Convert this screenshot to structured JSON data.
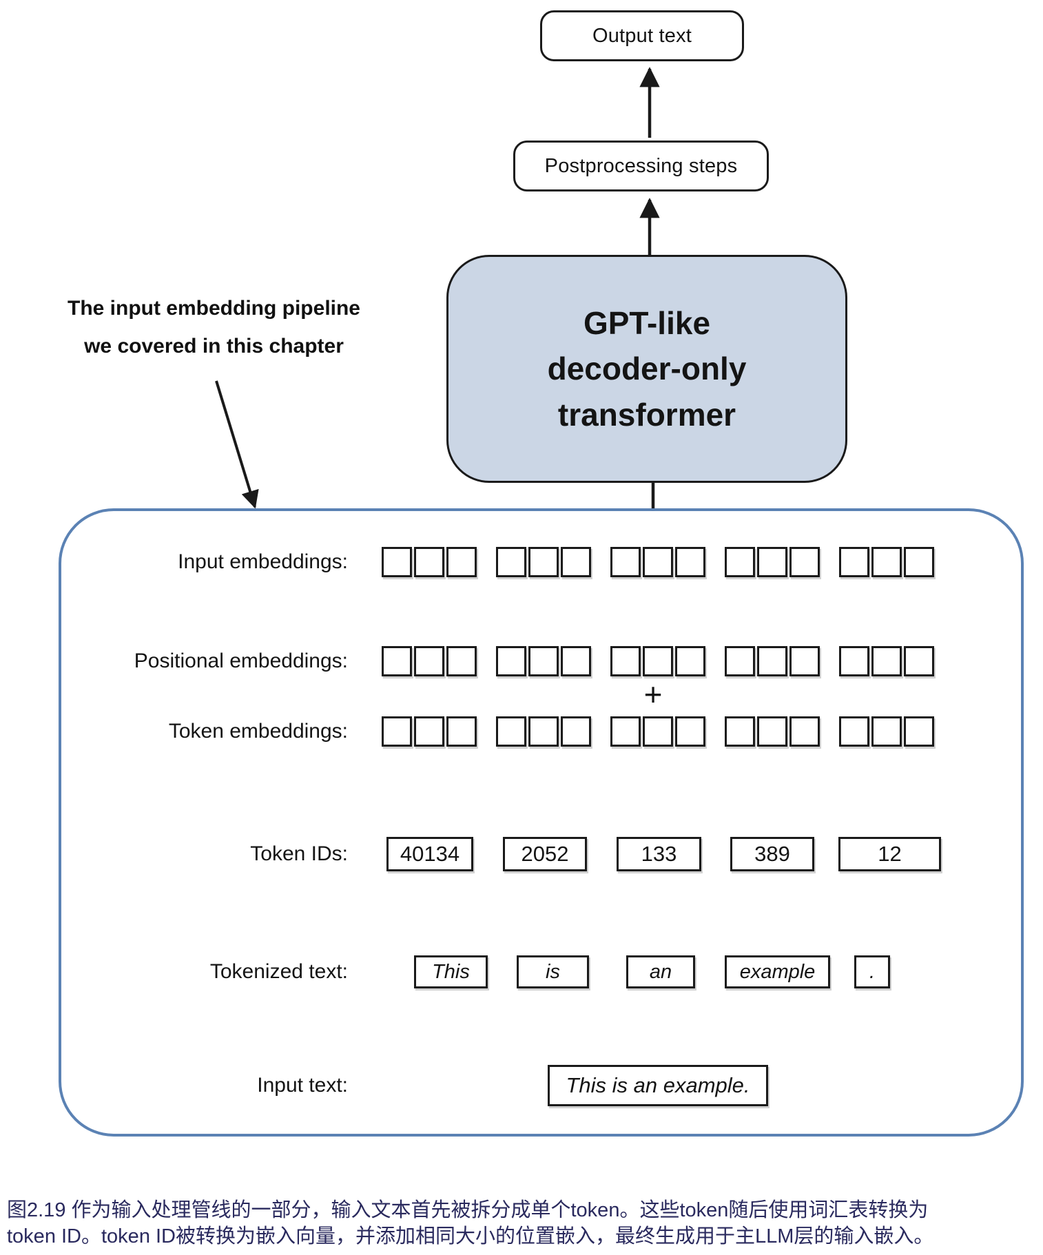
{
  "colors": {
    "transformer_fill": "#cbd6e5",
    "diagram_border": "#5b82b4",
    "caption_text": "#2a2a5e"
  },
  "flow": {
    "output_label": "Output text",
    "postprocessing_label": "Postprocessing steps",
    "transformer_lines": [
      "GPT-like",
      "decoder-only",
      "transformer"
    ]
  },
  "annotation": {
    "line1": "The input embedding pipeline",
    "line2": "we covered in this chapter"
  },
  "pipeline": {
    "embedding_grid": {
      "groups": 5,
      "cells": 3
    },
    "row_labels": [
      "Input embeddings:",
      "Positional embeddings:",
      "Token embeddings:"
    ],
    "plus_sign": "+",
    "token_ids_label": "Token IDs:",
    "token_ids": [
      "40134",
      "2052",
      "133",
      "389",
      "12"
    ],
    "tokenized_label": "Tokenized text:",
    "tokens": [
      "This",
      "is",
      "an",
      "example",
      "."
    ],
    "input_text_label": "Input text:",
    "input_text": "This is an example."
  },
  "caption": {
    "line1": "图2.19 作为输入处理管线的一部分，输入文本首先被拆分成单个token。这些token随后使用词汇表转换为",
    "line2": "token ID。token ID被转换为嵌入向量，并添加相同大小的位置嵌入，最终生成用于主LLM层的输入嵌入。"
  }
}
